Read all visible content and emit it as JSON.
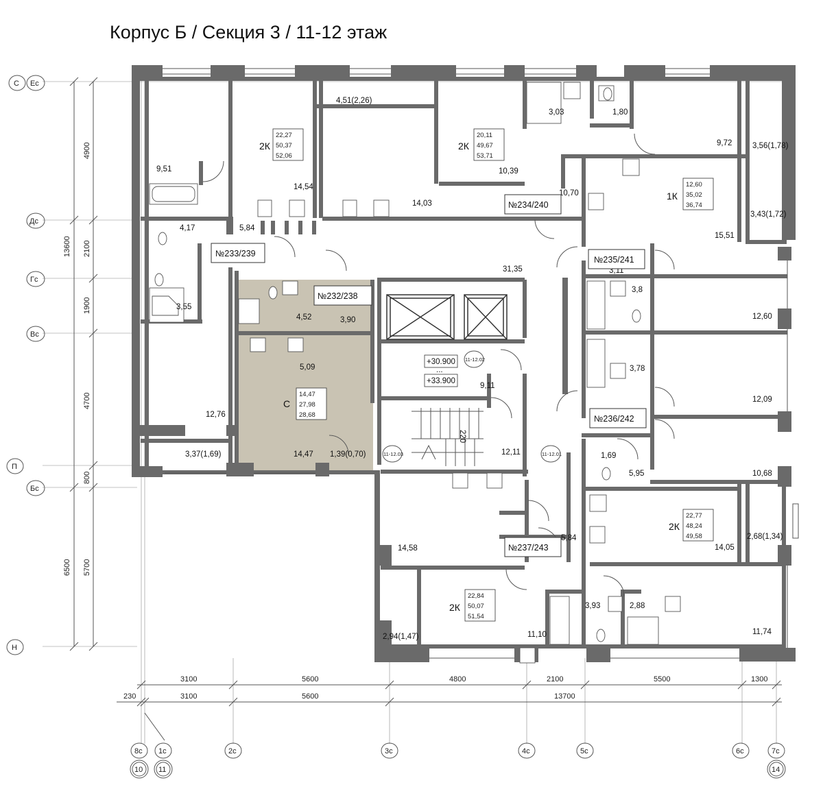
{
  "title": "Корпус Б / Секция 3 / 11-12 этаж",
  "colors": {
    "wall": "#6a6a6a",
    "highlight": "#c9c3b3",
    "line": "#333333"
  },
  "areas": [
    {
      "t": "9,51"
    },
    {
      "t": "14,54"
    },
    {
      "t": "4,17"
    },
    {
      "t": "5,84"
    },
    {
      "t": "3,55"
    },
    {
      "t": "12,76"
    },
    {
      "t": "3,37(1,69)"
    },
    {
      "t": "4,51(2,26)"
    },
    {
      "t": "14,03"
    },
    {
      "t": "10,39"
    },
    {
      "t": "3,03"
    },
    {
      "t": "1,80"
    },
    {
      "t": "9,72"
    },
    {
      "t": "3,56(1,78)"
    },
    {
      "t": "10,70"
    },
    {
      "t": "15,51"
    },
    {
      "t": "3,43(1,72)"
    },
    {
      "t": "31,35"
    },
    {
      "t": "4,52"
    },
    {
      "t": "3,90"
    },
    {
      "t": "5,09"
    },
    {
      "t": "14,47"
    },
    {
      "t": "1,39(0,70)"
    },
    {
      "t": "9,11"
    },
    {
      "t": "12,11"
    },
    {
      "t": "3,11"
    },
    {
      "t": "3,8"
    },
    {
      "t": "12,60"
    },
    {
      "t": "3,78"
    },
    {
      "t": "12,09"
    },
    {
      "t": "1,69"
    },
    {
      "t": "5,95"
    },
    {
      "t": "10,68"
    },
    {
      "t": "14,58"
    },
    {
      "t": "5,84"
    },
    {
      "t": "14,05"
    },
    {
      "t": "2,68(1,34)"
    },
    {
      "t": "3,93"
    },
    {
      "t": "2,88"
    },
    {
      "t": "11,10"
    },
    {
      "t": "11,74"
    },
    {
      "t": "2,94(1,47)"
    }
  ],
  "unit_numbers": [
    "№233/239",
    "№232/238",
    "№234/240",
    "№235/241",
    "№236/242",
    "№237/243"
  ],
  "apartments": [
    {
      "type": "2К",
      "a": "22,27",
      "b": "50,37",
      "c": "52,06"
    },
    {
      "type": "2К",
      "a": "20,11",
      "b": "49,67",
      "c": "53,71"
    },
    {
      "type": "1К",
      "a": "12,60",
      "b": "35,02",
      "c": "36,74"
    },
    {
      "type": "С",
      "a": "14,47",
      "b": "27,98",
      "c": "28,68"
    },
    {
      "type": "2К",
      "a": "22,77",
      "b": "48,24",
      "c": "49,58"
    },
    {
      "type": "2К",
      "a": "22,84",
      "b": "50,07",
      "c": "51,54"
    }
  ],
  "levels": {
    "lower": "+30.900",
    "dots": "...",
    "upper": "+33.900"
  },
  "stair_codes": [
    "11-12.02",
    "11-12.03",
    "11-12.01"
  ],
  "stair_label": "220",
  "axes_left": [
    "С",
    "Ес",
    "Дс",
    "Гс",
    "Вс",
    "П",
    "Бс",
    "Н"
  ],
  "axes_bottom": [
    "8с",
    "1с",
    "2с",
    "3с",
    "4с",
    "5с",
    "6с",
    "7с"
  ],
  "axes_bottom_nums": [
    "10",
    "11",
    "14"
  ],
  "dims_left_outer": [
    "4900",
    "13600",
    "6500"
  ],
  "dims_left_inner": [
    "2100",
    "1900",
    "4700",
    "800",
    "5700"
  ],
  "dims_bottom_row1": [
    "3100",
    "5600",
    "4800",
    "2100",
    "5500",
    "1300"
  ],
  "dims_bottom_row2": [
    "230",
    "3100",
    "5600",
    "13700"
  ]
}
